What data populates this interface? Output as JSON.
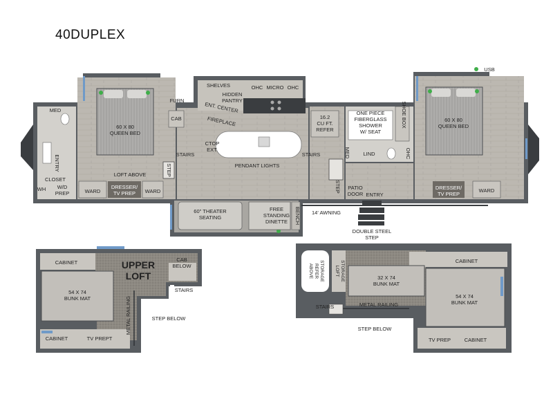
{
  "title": "40DUPLEX",
  "labels": {
    "usb": "USB",
    "med_left": "MED",
    "entry_left": "ENTRY",
    "closet": "CLOSET",
    "wh": "WH",
    "wd_prep_1": "W/D",
    "wd_prep_2": "PREP",
    "ward_left": "WARD",
    "queen_left_1": "60 X 80",
    "queen_left_2": "QUEEN BED",
    "loft_above": "LOFT ABOVE",
    "dresser_left_1": "DRESSER/",
    "dresser_left_2": "TV PREP",
    "ward_left_2": "WARD",
    "furn": "FURN",
    "cab": "CAB",
    "stairs_left": "STAIRS",
    "step_left": "STEP",
    "shelves": "SHELVES",
    "hidden_pantry_1": "HIDDEN",
    "hidden_pantry_2": "PANTRY",
    "ent_center": "ENT. CENTER",
    "fireplace": "FIREPLACE",
    "ohc_1": "OHC",
    "micro": "MICRO",
    "ohc_2": "OHC",
    "ctop_1": "CTOP",
    "ctop_2": "EXT.",
    "pendant": "PENDANT LIGHTS",
    "theater_1": "60\" THEATER",
    "theater_2": "SEATING",
    "dinette_1": "FREE",
    "dinette_2": "STANDING",
    "dinette_3": "DINETTE",
    "bench": "BENCH",
    "refer_1": "16.2",
    "refer_2": "CU FT.",
    "refer_3": "REFER",
    "stairs_mid": "STAIRS",
    "med_mid": "MED",
    "step_mid": "STEP",
    "shower_1": "ONE PIECE",
    "shower_2": "FIBERGLASS",
    "shower_3": "SHOWER",
    "shower_4": "W/ SEAT",
    "lind": "LIND",
    "shoe_box": "SHOE BOX",
    "ohc_bath": "OHC",
    "patio_1": "PATIO",
    "patio_2": "DOOR",
    "entry_right": "ENTRY",
    "awning": "14' AWNING",
    "steel_step_1": "DOUBLE STEEL",
    "steel_step_2": "STEP",
    "queen_right_1": "60 X 80",
    "queen_right_2": "QUEEN BED",
    "dresser_right_1": "DRESSER/",
    "dresser_right_2": "TV PREP",
    "ward_right": "WARD",
    "cabinet_ul_top": "CABINET",
    "upper_1": "UPPER",
    "upper_2": "LOFT",
    "cab_below_1": "CAB",
    "cab_below_2": "BELOW",
    "bunk_left_1": "54 X 74",
    "bunk_left_2": "BUNK MAT",
    "stairs_ul": "STAIRS",
    "rail_ul": "METAL RAILING",
    "step_below_ul": "STEP BELOW",
    "cabinet_ul_bot": "CABINET",
    "tv_prept": "TV PREPT",
    "storage_1": "ABOVE",
    "storage_2": "REFER",
    "storage_3": "STORAGE",
    "loft_storage_1": "LOFT",
    "loft_storage_2": "STORAGE",
    "bunk_mid_1": "32 X 74",
    "bunk_mid_2": "BUNK MAT",
    "cabinet_ur_top": "CABINET",
    "bunk_right_1": "54 X 74",
    "bunk_right_2": "BUNK MAT",
    "stairs_ur": "STAIRS",
    "rail_ur": "METAL RAILING",
    "step_below_ur": "STEP BELOW",
    "tv_prep_ur": "TV PREP",
    "cabinet_ur_bot": "CABINET"
  },
  "colors": {
    "wall": "#595d61",
    "floor_wood": "#b9b5ae",
    "floor_tile": "#d4d2cd",
    "carpet": "#8c8881",
    "bed": "#a8a7a5",
    "counter": "#ffffff",
    "cabinet": "#c9c6c0",
    "usb_dot": "#3fae49",
    "glass": "#6f9ac8"
  }
}
